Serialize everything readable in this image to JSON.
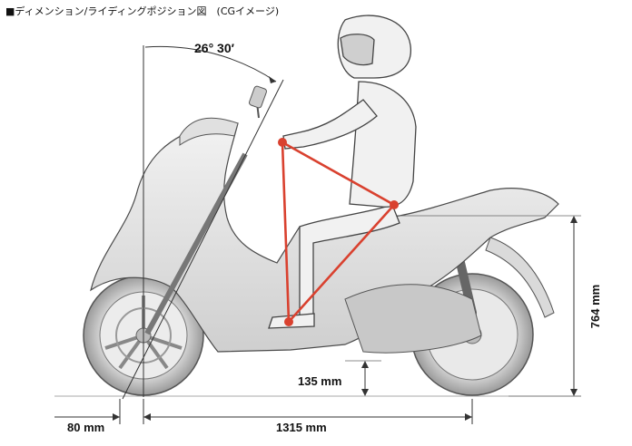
{
  "title": "■ディメンション/ライディングポジション図　(CGイメージ)",
  "dimensions": {
    "caster_angle": "26° 30′",
    "seat_height": "764 mm",
    "ground_clearance": "135 mm",
    "trail": "80 mm",
    "wheelbase": "1315 mm"
  },
  "colors": {
    "triangle": "#d9412f",
    "body": "#e4e4e4",
    "outline": "#4a4a4a"
  }
}
